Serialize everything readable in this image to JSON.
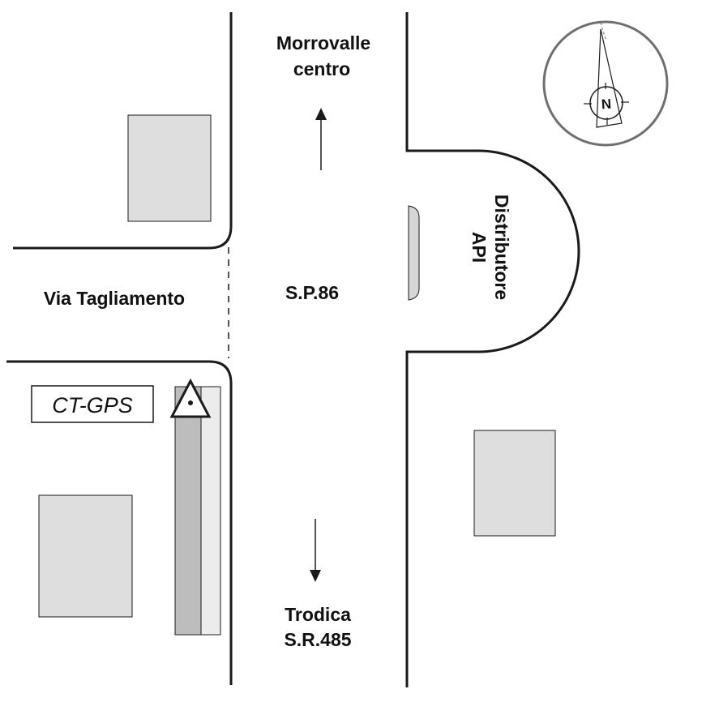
{
  "labels": {
    "north_destination_line1": "Morrovalle",
    "north_destination_line2": "centro",
    "south_destination_line1": "Trodica",
    "south_destination_line2": "S.R.485",
    "main_road": "S.P.86",
    "side_street": "Via Tagliamento",
    "fuel_station_line1": "Distributore",
    "fuel_station_line2": "API",
    "station_marker": "CT-GPS"
  },
  "compass": {
    "letter": "N"
  },
  "colors": {
    "line": "#1a1a1a",
    "building_fill": "#dedede",
    "curb_dark": "#bdbdbd",
    "curb_light": "#ececec",
    "island_fill": "#d6d6d6",
    "compass_ring": "#6f6f6f"
  }
}
